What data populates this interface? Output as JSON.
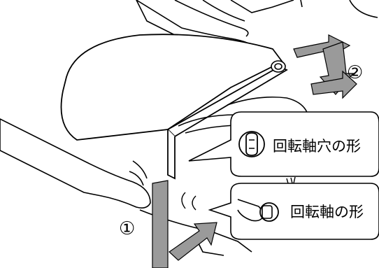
{
  "callouts": [
    {
      "label": "回転軸穴の形",
      "icon": "hinge-hole-icon"
    },
    {
      "label": "回転軸の形",
      "icon": "hinge-pin-icon"
    }
  ],
  "steps": [
    {
      "label": "①",
      "arrow_color": "#9a9a9a"
    },
    {
      "label": "②",
      "arrow_color": "#9a9a9a"
    }
  ],
  "colors": {
    "line": "#000000",
    "arrow_gray": "#9a9a9a",
    "callout_border": "#000000",
    "background": "#ffffff"
  }
}
